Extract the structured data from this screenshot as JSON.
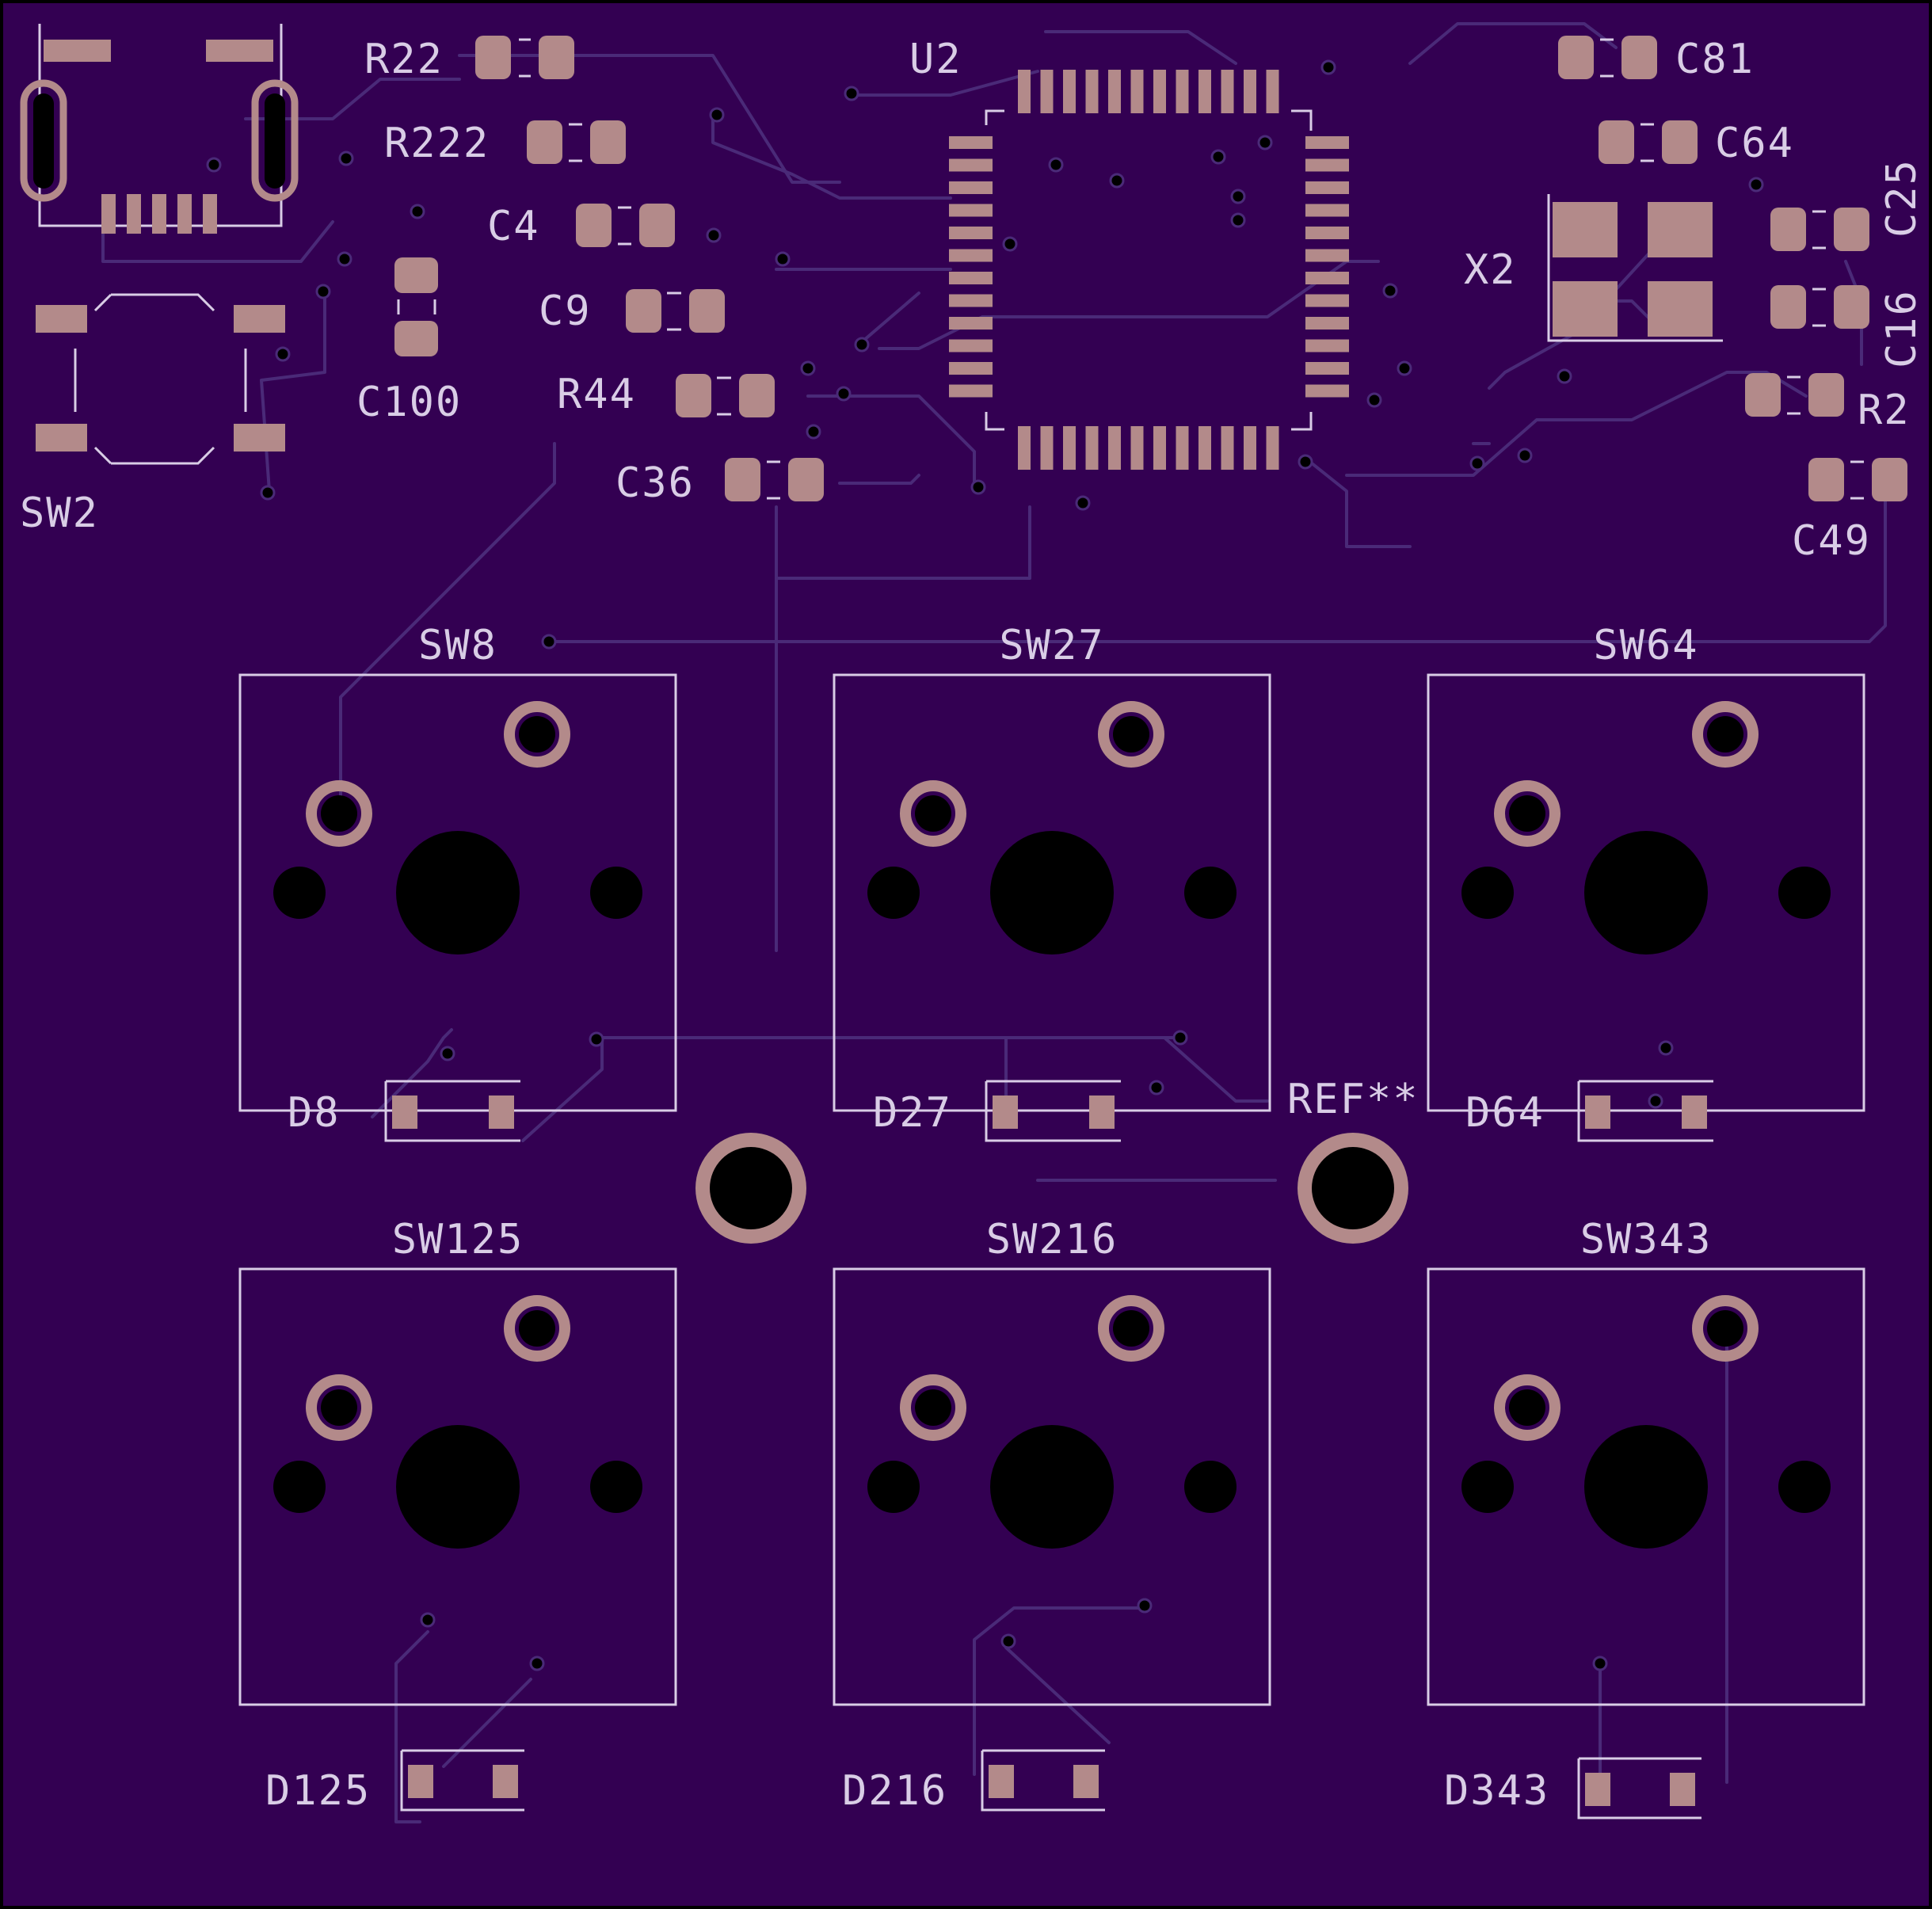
{
  "colors": {
    "board": "#330052",
    "silkscreen": "#d9cde6",
    "copper_pad": "#b38a8a",
    "trace": "#4a2a78"
  },
  "labels": {
    "sw2": "SW2",
    "r22": "R22",
    "r222": "R222",
    "c4": "C4",
    "c9": "C9",
    "r44": "R44",
    "c36": "C36",
    "c100": "C100",
    "u2": "U2",
    "c81": "C81",
    "c64": "C64",
    "c25": "C25",
    "c16": "C16",
    "x2": "X2",
    "r2": "R2",
    "c49": "C49",
    "ref": "REF**"
  },
  "switches": [
    {
      "name": "SW8",
      "diode": "D8"
    },
    {
      "name": "SW27",
      "diode": "D27"
    },
    {
      "name": "SW64",
      "diode": "D64"
    },
    {
      "name": "SW125",
      "diode": "D125"
    },
    {
      "name": "SW216",
      "diode": "D216"
    },
    {
      "name": "SW343",
      "diode": "D343"
    }
  ]
}
